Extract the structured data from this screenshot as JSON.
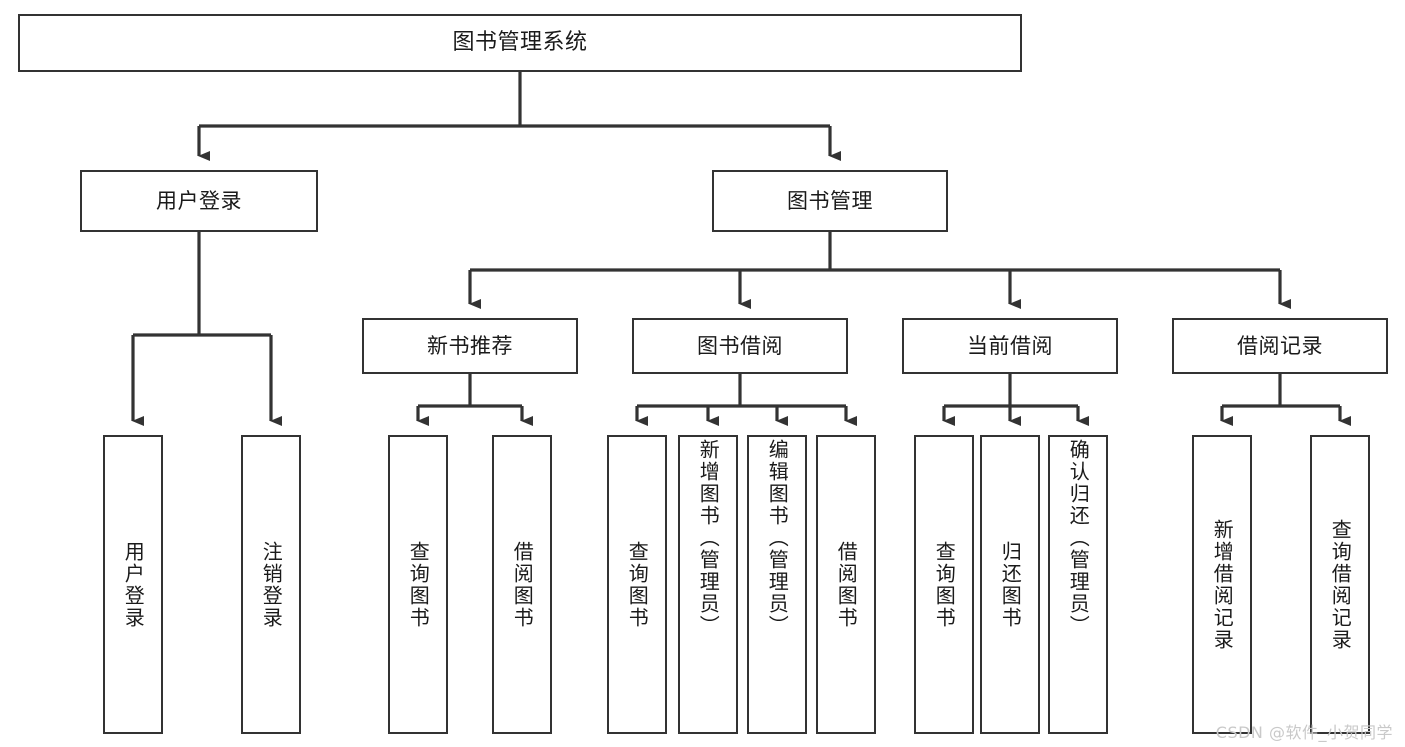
{
  "diagram": {
    "title": "图书管理系统",
    "type": "tree",
    "line_color": "#333333",
    "box_fill": "#ffffff",
    "text_color": "#1a1a1a",
    "watermark": "CSDN @软件_小贺同学",
    "watermark_color": "#c9c9c9",
    "nodes": {
      "root": {
        "label": "图书管理系统"
      },
      "level2": [
        {
          "id": "user-login",
          "label": "用户登录"
        },
        {
          "id": "book-manage",
          "label": "图书管理"
        }
      ],
      "level3": [
        {
          "id": "new-book-recommend",
          "label": "新书推荐"
        },
        {
          "id": "book-borrow",
          "label": "图书借阅"
        },
        {
          "id": "current-borrow",
          "label": "当前借阅"
        },
        {
          "id": "borrow-record",
          "label": "借阅记录"
        }
      ],
      "leaves": {
        "user-login": [
          {
            "id": "leaf-user-login",
            "label": "用户登录"
          },
          {
            "id": "leaf-logout-login",
            "label": "注销登录"
          }
        ],
        "new-book-recommend": [
          {
            "id": "leaf-query-book-1",
            "label": "查询图书"
          },
          {
            "id": "leaf-borrow-book-1",
            "label": "借阅图书"
          }
        ],
        "book-borrow": [
          {
            "id": "leaf-query-book-2",
            "label": "查询图书"
          },
          {
            "id": "leaf-add-book-admin",
            "label": "新增图书（管理员）"
          },
          {
            "id": "leaf-edit-book-admin",
            "label": "编辑图书（管理员）"
          },
          {
            "id": "leaf-borrow-book-2",
            "label": "借阅图书"
          }
        ],
        "current-borrow": [
          {
            "id": "leaf-query-book-3",
            "label": "查询图书"
          },
          {
            "id": "leaf-return-book",
            "label": "归还图书"
          },
          {
            "id": "leaf-confirm-return-admin",
            "label": "确认归还（管理员）"
          }
        ],
        "borrow-record": [
          {
            "id": "leaf-add-borrow-record",
            "label": "新增借阅记录"
          },
          {
            "id": "leaf-query-borrow-record",
            "label": "查询借阅记录"
          }
        ]
      }
    }
  }
}
